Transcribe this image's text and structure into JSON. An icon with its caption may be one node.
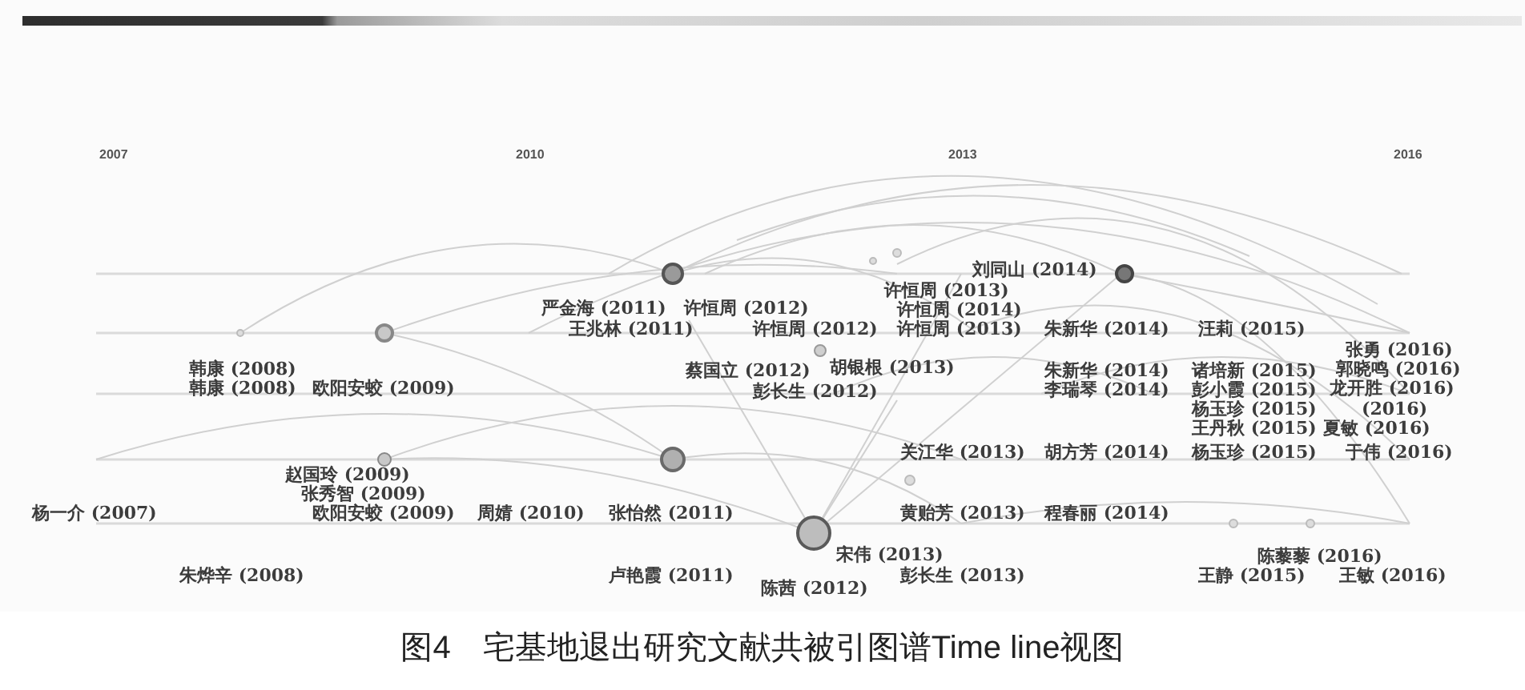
{
  "diagram": {
    "caption": "图4　宅基地退出研究文献共被引图谱Time line视图",
    "labels": [
      "2007",
      "2010",
      "2013",
      "2016",
      "刘同山 (2014)",
      "许恒周 (2013)",
      "严金海 (2011)",
      "许恒周 (2012)",
      "许恒周 (2014)",
      "王兆林 (2011)",
      "许恒周 (2012)",
      "许恒周 (2013)",
      "朱新华 (2014)",
      "汪莉 (2015)",
      "张勇 (2016)",
      "韩康 (2008)",
      "蔡国立 (2012)",
      "胡银根 (2013)",
      "朱新华 (2014)",
      "诸培新 (2015)",
      "郭晓鸣 (2016)",
      "韩康 (2008)",
      "欧阳安蛟 (2009)",
      "彭长生 (2012)",
      "李瑞琴 (2014)",
      "彭小霞 (2015)",
      "龙开胜 (2016)",
      "杨玉珍 (2015)",
      "(2016)",
      "王丹秋 (2015)",
      "夏敏 (2016)",
      "关江华 (2013)",
      "胡方芳 (2014)",
      "杨玉珍 (2015)",
      "于伟 (2016)",
      "赵国玲 (2009)",
      "张秀智 (2009)",
      "杨一介 (2007)",
      "欧阳安蛟 (2009)",
      "周婧 (2010)",
      "张怡然 (2011)",
      "黄贻芳 (2013)",
      "程春丽 (2014)",
      "宋伟 (2013)",
      "陈藜藜 (2016)",
      "朱烨辛 (2008)",
      "卢艳霞 (2011)",
      "彭长生 (2013)",
      "王静 (2015)",
      "王敏 (2016)",
      "陈茜 (2012)"
    ]
  }
}
